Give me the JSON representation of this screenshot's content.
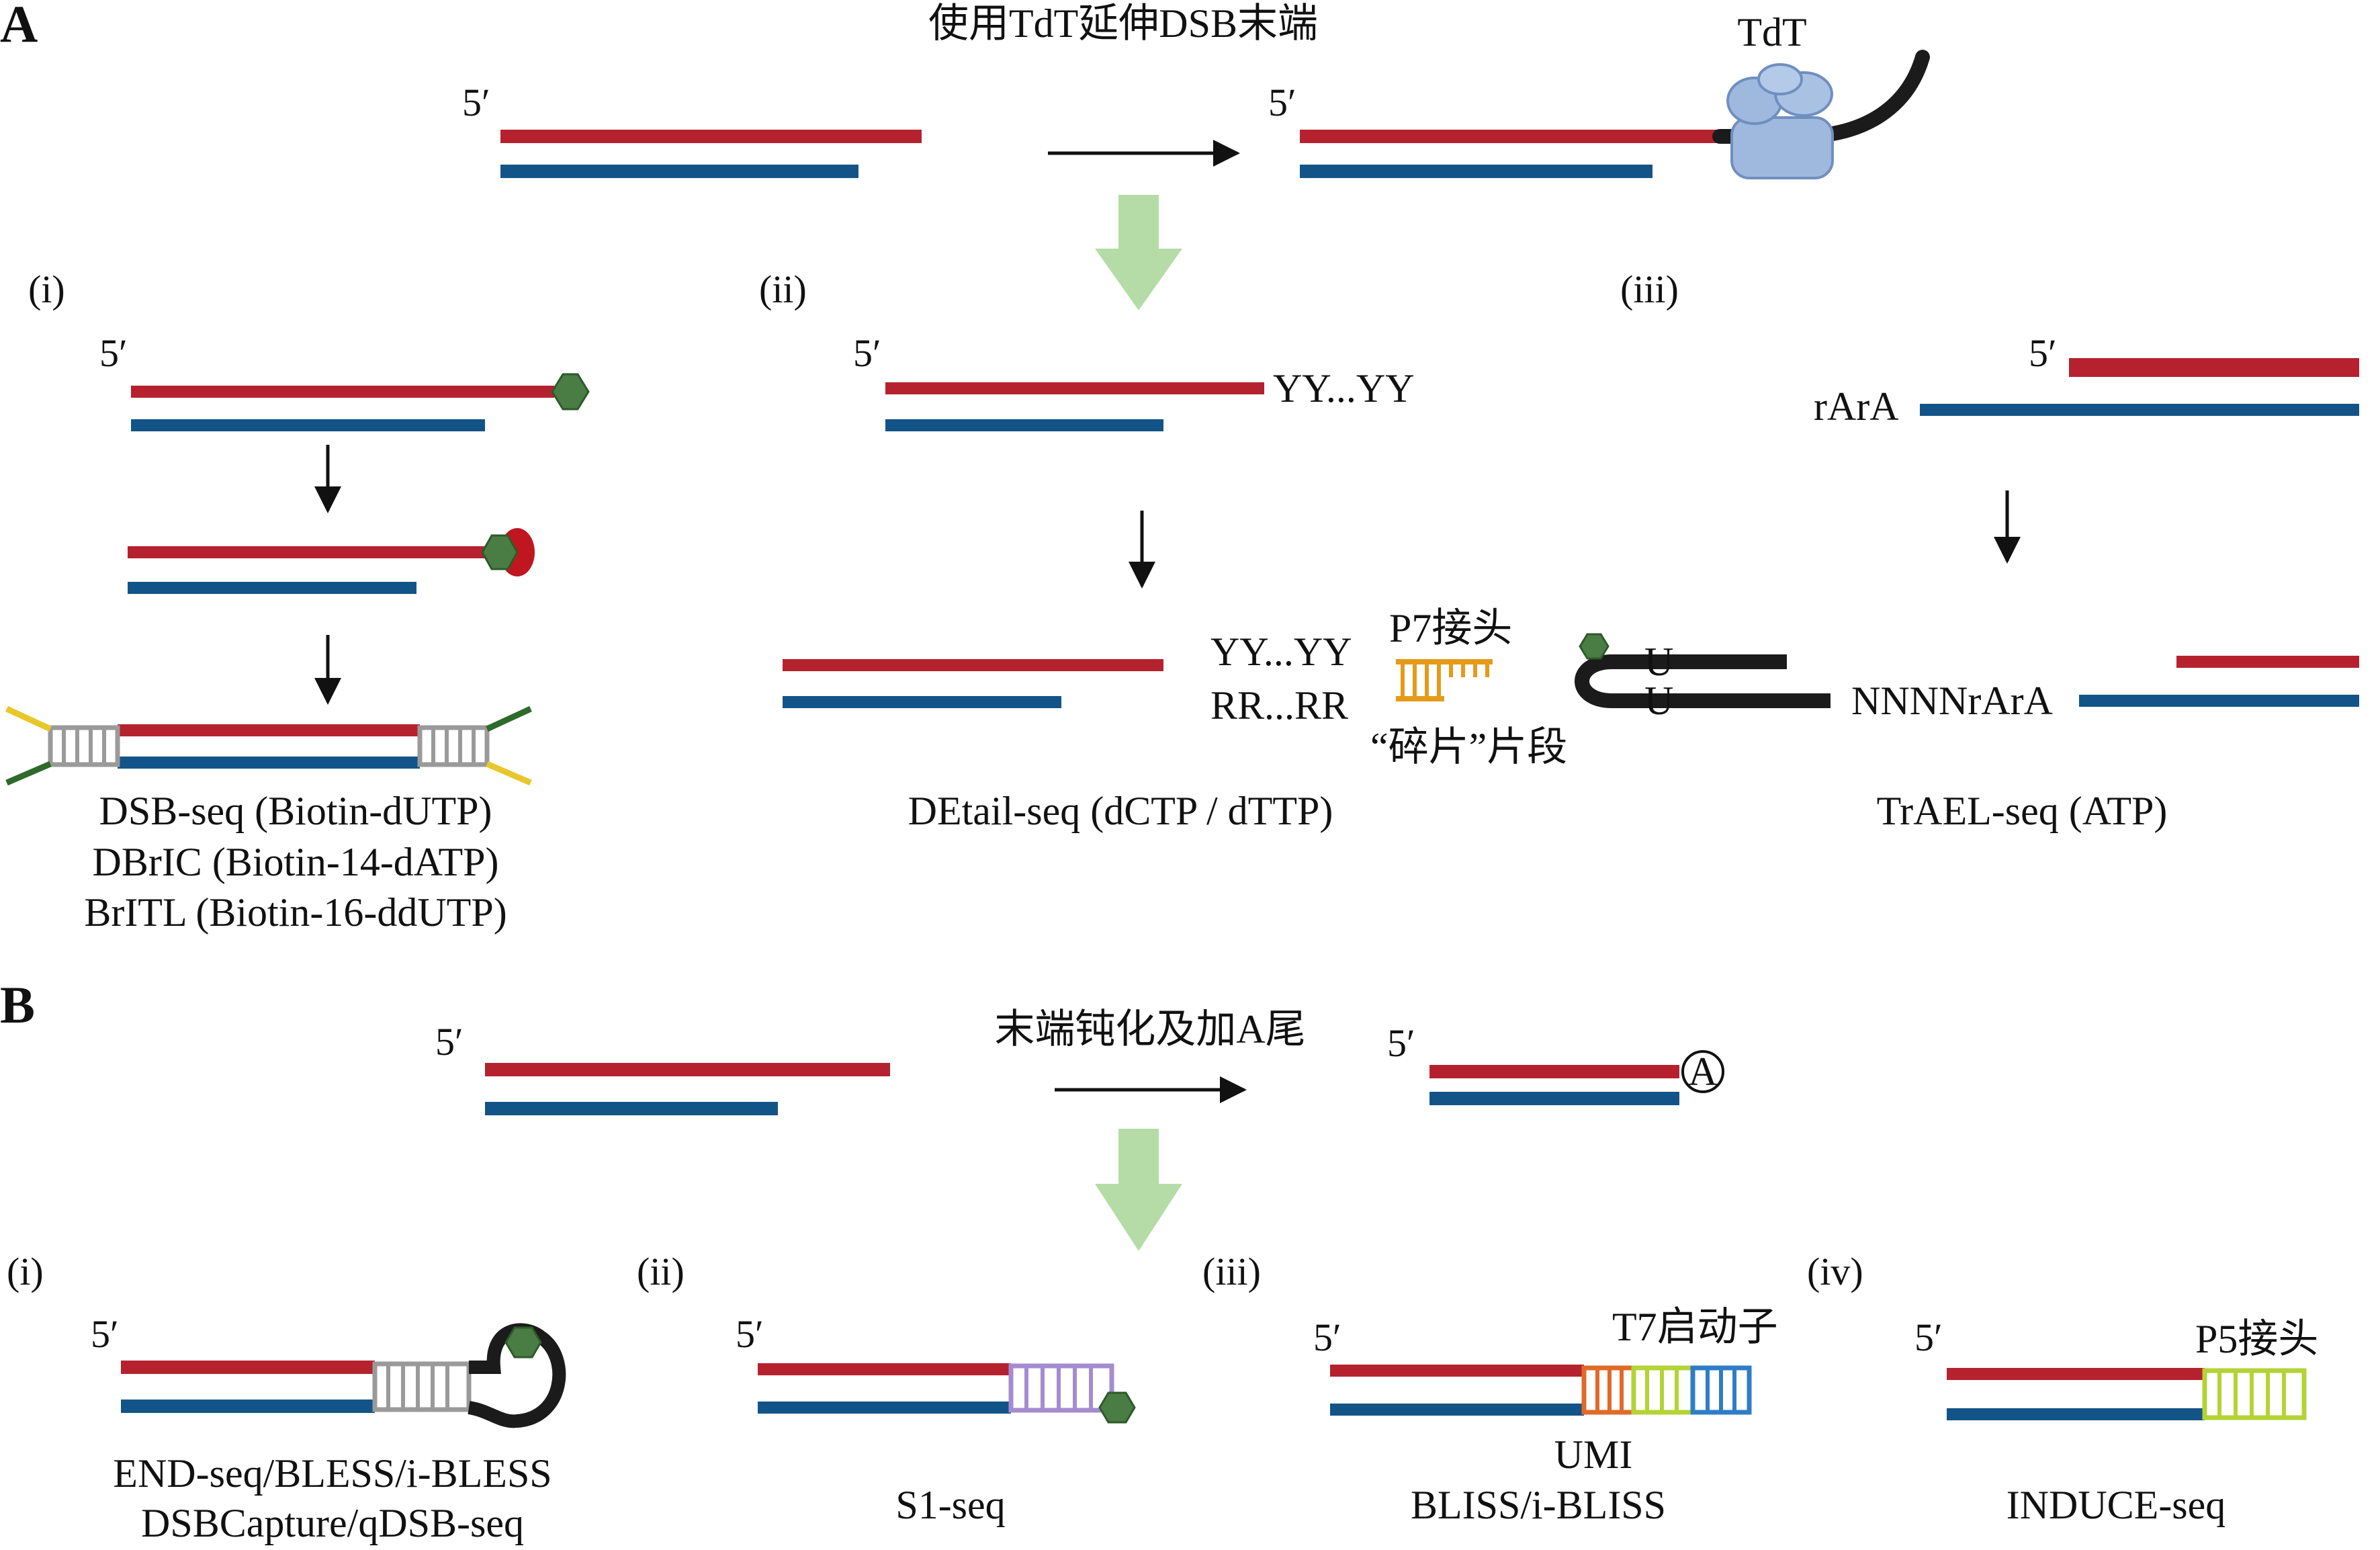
{
  "colors": {
    "top_strand": "#b5222e",
    "bottom_strand": "#135488",
    "black_strand": "#1b1b1b",
    "big_arrow": "#b5dca7",
    "biotin": "#4a7d44",
    "streptavidin": "#c0161f",
    "adapter_gray": "#9a9a9a",
    "yellow_tail": "#e8c72c",
    "green_tail": "#2e6a2a",
    "p7_adapter": "#e59a1a",
    "s1_adapter": "#a58bd0",
    "umi_adapter": "#e06a2a",
    "t7_adapter": "#b4d335",
    "t7_blue": "#2f7dc6",
    "p5_adapter": "#b4d335",
    "tdt_protein": "#9fb9de"
  },
  "panel_a": {
    "label": "A",
    "title": "使用TdT延伸DSB末端",
    "enzyme_label": "TdT",
    "five_prime_left": "5′",
    "five_prime_right": "5′",
    "sub_i": {
      "label": "(i)",
      "five_prime": "5′",
      "caption_1": "DSB-seq (Biotin-dUTP)",
      "caption_2": "DBrIC (Biotin-14-dATP)",
      "caption_3": "BrITL (Biotin-16-ddUTP)"
    },
    "sub_ii": {
      "label": "(ii)",
      "five_prime": "5′",
      "tail_label": "YY...YY",
      "yy_label": "YY...YY",
      "rr_label": "RR...RR",
      "adapter_label": "P7接头",
      "fragment_label": "“碎片”片段",
      "caption": "DEtail-seq (dCTP / dTTP)"
    },
    "sub_iii": {
      "label": "(iii)",
      "five_prime": "5′",
      "rara_label": "rArA",
      "u_top": "U",
      "u_bottom": "U",
      "nnnn_label": "NNNNrArA",
      "caption": "TrAEL-seq (ATP)"
    }
  },
  "panel_b": {
    "label": "B",
    "title": "末端钝化及加A尾",
    "five_prime_left": "5′",
    "five_prime_right": "5′",
    "a_tail": "A",
    "sub_i": {
      "label": "(i)",
      "five_prime": "5′",
      "caption_1": "END-seq/BLESS/i-BLESS",
      "caption_2": "DSBCapture/qDSB-seq"
    },
    "sub_ii": {
      "label": "(ii)",
      "five_prime": "5′",
      "caption": "S1-seq"
    },
    "sub_iii": {
      "label": "(iii)",
      "five_prime": "5′",
      "adapter_label": "T7启动子",
      "umi_label": "UMI",
      "caption": "BLISS/i-BLISS"
    },
    "sub_iv": {
      "label": "(iv)",
      "five_prime": "5′",
      "adapter_label": "P5接头",
      "caption": "INDUCE-seq"
    }
  }
}
